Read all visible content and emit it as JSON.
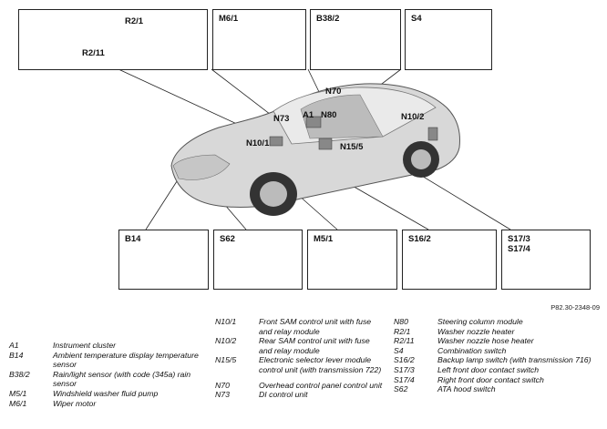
{
  "figure_code": "P82.30-2348-09",
  "top_boxes": [
    {
      "id": "r2",
      "labels": [
        "R2/1",
        "R2/11"
      ]
    },
    {
      "id": "m6",
      "labels": [
        "M6/1"
      ]
    },
    {
      "id": "b38",
      "labels": [
        "B38/2"
      ]
    },
    {
      "id": "s4",
      "labels": [
        "S4"
      ]
    }
  ],
  "bottom_boxes": [
    {
      "id": "b14",
      "labels": [
        "B14"
      ]
    },
    {
      "id": "s62",
      "labels": [
        "S62"
      ]
    },
    {
      "id": "m5",
      "labels": [
        "M5/1"
      ]
    },
    {
      "id": "s16",
      "labels": [
        "S16/2"
      ]
    },
    {
      "id": "s17",
      "labels": [
        "S17/3",
        "S17/4"
      ]
    }
  ],
  "car_callouts": [
    "N70",
    "N73",
    "A1",
    "N80",
    "N10/2",
    "N10/1",
    "N15/5"
  ],
  "legend": {
    "col1": [
      {
        "code": "A1",
        "desc": "Instrument cluster"
      },
      {
        "code": "B14",
        "desc": "Ambient temperature display temperature sensor"
      },
      {
        "code": "B38/2",
        "desc": "Rain/light sensor (with code (345a) rain sensor"
      },
      {
        "code": "M5/1",
        "desc": "Windshield washer fluid pump"
      },
      {
        "code": "M6/1",
        "desc": "Wiper motor"
      }
    ],
    "col2": [
      {
        "code": "N10/1",
        "desc": "Front SAM control unit with fuse and relay module"
      },
      {
        "code": "N10/2",
        "desc": "Rear SAM control unit with fuse and relay module"
      },
      {
        "code": "N15/5",
        "desc": "Electronic selector lever module control unit (with transmission 722)"
      },
      {
        "code": "N70",
        "desc": "Overhead control panel control unit"
      },
      {
        "code": "N73",
        "desc": "DI control unit"
      }
    ],
    "col3": [
      {
        "code": "N80",
        "desc": "Steering column module"
      },
      {
        "code": "R2/1",
        "desc": "Washer nozzle heater"
      },
      {
        "code": "R2/11",
        "desc": "Washer nozzle hose heater"
      },
      {
        "code": "S4",
        "desc": "Combination switch"
      },
      {
        "code": "S16/2",
        "desc": "Backup lamp switch (with transmission 716)"
      },
      {
        "code": "S17/3",
        "desc": "Left front door contact switch"
      },
      {
        "code": "S17/4",
        "desc": "Right front door contact switch"
      },
      {
        "code": "S62",
        "desc": "ATA hood switch"
      }
    ]
  }
}
